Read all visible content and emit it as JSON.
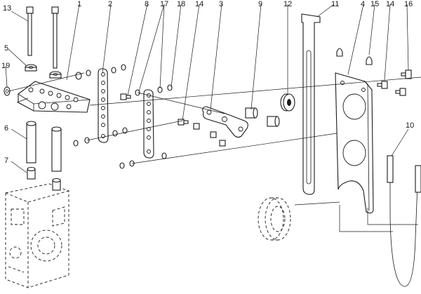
{
  "callouts": [
    {
      "id": "c1",
      "text": "1"
    },
    {
      "id": "c2",
      "text": "2"
    },
    {
      "id": "c3",
      "text": "3"
    },
    {
      "id": "c4",
      "text": "4"
    },
    {
      "id": "c5",
      "text": "5"
    },
    {
      "id": "c6",
      "text": "6"
    },
    {
      "id": "c7",
      "text": "7"
    },
    {
      "id": "c8",
      "text": "8"
    },
    {
      "id": "c9",
      "text": "9"
    },
    {
      "id": "c10",
      "text": "10"
    },
    {
      "id": "c11",
      "text": "11"
    },
    {
      "id": "c12",
      "text": "12"
    },
    {
      "id": "c13",
      "text": "13"
    },
    {
      "id": "c14a",
      "text": "14"
    },
    {
      "id": "c14b",
      "text": "14"
    },
    {
      "id": "c15",
      "text": "15"
    },
    {
      "id": "c16",
      "text": "16"
    },
    {
      "id": "c17",
      "text": "17"
    },
    {
      "id": "c18",
      "text": "18"
    },
    {
      "id": "c19",
      "text": "19"
    }
  ]
}
